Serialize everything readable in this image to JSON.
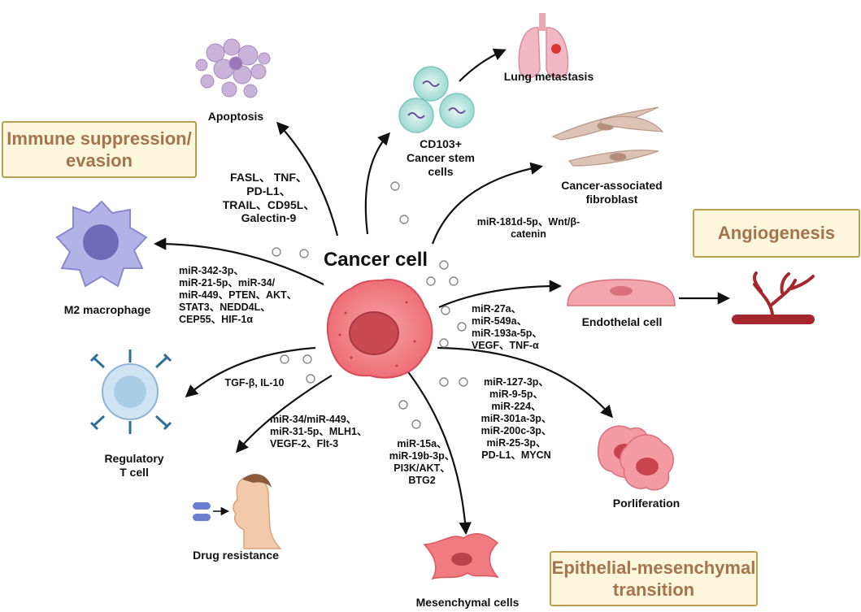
{
  "center": {
    "title": "Cancer cell"
  },
  "boxes": {
    "immune": "Immune suppression/\nevasion",
    "angiogenesis": "Angiogenesis",
    "emt": "Epithelial-mesenchymal\ntransition"
  },
  "targets": {
    "apoptosis": "Apoptosis",
    "lung": "Lung metastasis",
    "stem": "CD103+\nCancer stem\ncells",
    "caf": "Cancer-associated\nfibroblast",
    "m2": "M2 macrophage",
    "endothelial": "Endothelal cell",
    "treg": "Regulatory\nT cell",
    "drug": "Drug resistance",
    "mesenchymal": "Mesenchymal cells",
    "prolif": "Porliferation"
  },
  "mediators": {
    "apoptosis": "FASL、 TNF、\nPD-L1、\nTRAIL、CD95L、\nGalectin-9",
    "caf": "miR-181d-5p、Wnt/β-\ncatenin",
    "m2": "miR-342-3p、\nmiR-21-5p、miR-34/\nmiR-449、PTEN、AKT、\nSTAT3、NEDD4L、\nCEP55、HIF-1α",
    "endothelial": "miR-27a、\nmiR-549a、\nmiR-193a-5p、\nVEGF、TNF-α",
    "treg": "TGF-β, IL-10",
    "drug": "miR-34/miR-449、\nmiR-31-5p、MLH1、\nVEGF-2、Flt-3",
    "mesenchymal": "miR-15a、\nmiR-19b-3p、\nPI3K/AKT、\nBTG2",
    "prolif": "miR-127-3p、\nmiR-9-5p、\nmiR-224、\nmiR-301a-3p、\nmiR-200c-3p、\nmiR-25-3p、\nPD-L1、MYCN"
  }
}
